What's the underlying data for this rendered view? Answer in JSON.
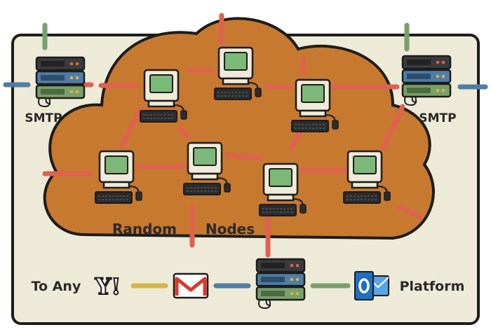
{
  "labels": {
    "smtp_left": "SMTP",
    "smtp_right": "SMTP",
    "cloud_word_1": "Random",
    "cloud_word_2": "Nodes",
    "bottom_left": "To Any",
    "bottom_right": "Platform"
  },
  "colors": {
    "panel": "#EDEAD7",
    "cloud": "#C7792F",
    "link_red": "#E0614F",
    "link_green": "#79A06A",
    "link_blue": "#4F7DA6",
    "link_yellow": "#D7B44A",
    "outline": "#1c1c1c"
  },
  "icons": {
    "server": "server-stack-icon",
    "computer": "retro-computer-icon",
    "yahoo": "yahoo-logo-icon",
    "gmail": "gmail-logo-icon",
    "outlook": "outlook-logo-icon"
  }
}
